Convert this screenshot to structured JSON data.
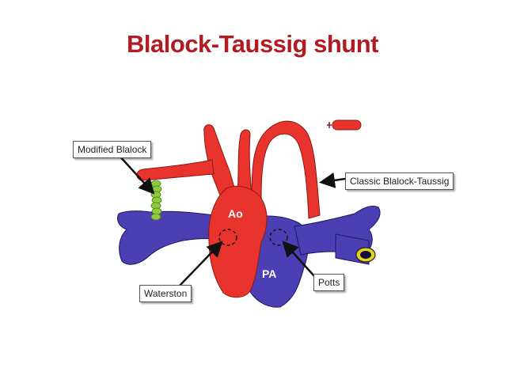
{
  "title": "Blalock-Taussig shunt",
  "colors": {
    "title": "#b01c22",
    "artery": "#e8342c",
    "artery_outline": "#8a1a14",
    "vein": "#4b3fb3",
    "vein_outline": "#1e1660",
    "graft": "#8ecb3e",
    "conduit_ring": "#e6d21c"
  },
  "vessel_labels": {
    "aorta": "Ao",
    "pulmonary_artery": "PA"
  },
  "callouts": {
    "modified_blalock": "Modified Blalock",
    "classic_blalock_taussig": "Classic Blalock-Taussig",
    "waterston": "Waterston",
    "potts": "Potts"
  }
}
